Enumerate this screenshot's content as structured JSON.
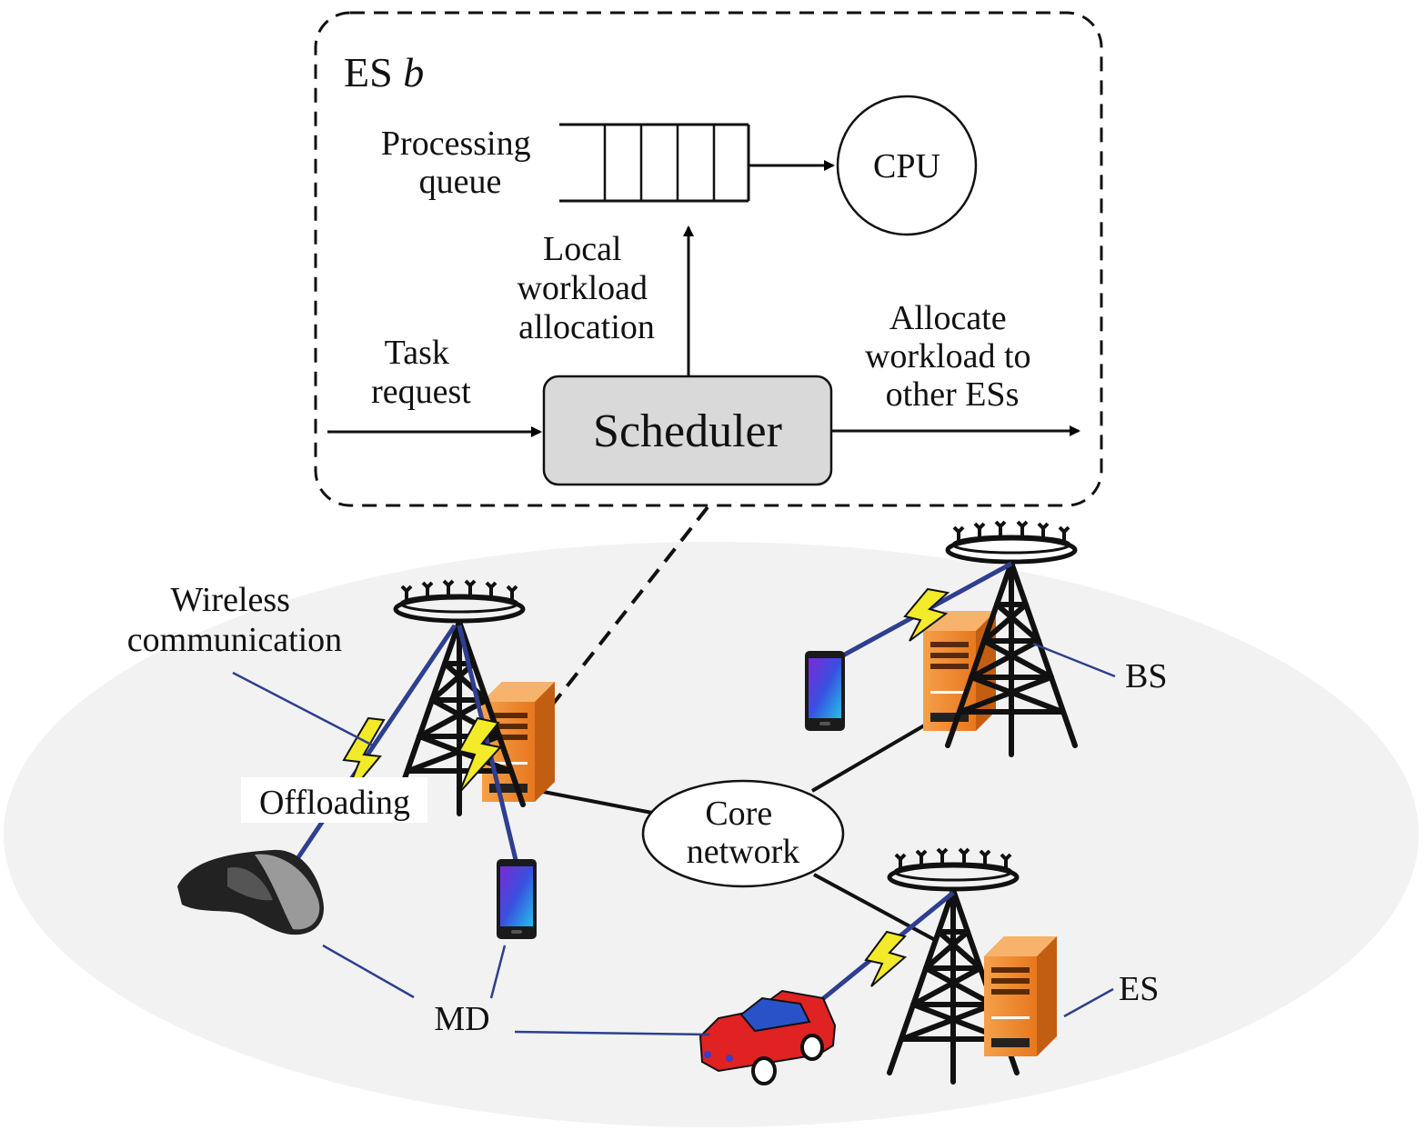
{
  "es_box": {
    "title_prefix": "ES ",
    "title_var": "b",
    "processing_queue": [
      "Processing",
      "queue"
    ],
    "cpu": "CPU",
    "local_workload": [
      "Local",
      "workload",
      "allocation"
    ],
    "task_request": [
      "Task",
      "request"
    ],
    "scheduler": "Scheduler",
    "allocate_other": [
      "Allocate",
      "workload to",
      "other ESs"
    ]
  },
  "network": {
    "wireless_communication": [
      "Wireless",
      "communication"
    ],
    "offloading": "Offloading",
    "core_network": [
      "Core",
      "network"
    ],
    "bs": "BS",
    "es": "ES",
    "md": "MD"
  },
  "colors": {
    "ground": "#f2f2f2",
    "scheduler_fill": "#d9d9d9",
    "server_orange": "#f08a2e",
    "leader_line": "#2e3f8f",
    "lightning": "#f3ea2a",
    "car_body": "#e02222",
    "car_roof": "#2a52c8"
  },
  "icons": [
    "tower-icon",
    "server-icon",
    "smartphone-icon",
    "vr-headset-icon",
    "car-icon",
    "lightning-icon"
  ]
}
